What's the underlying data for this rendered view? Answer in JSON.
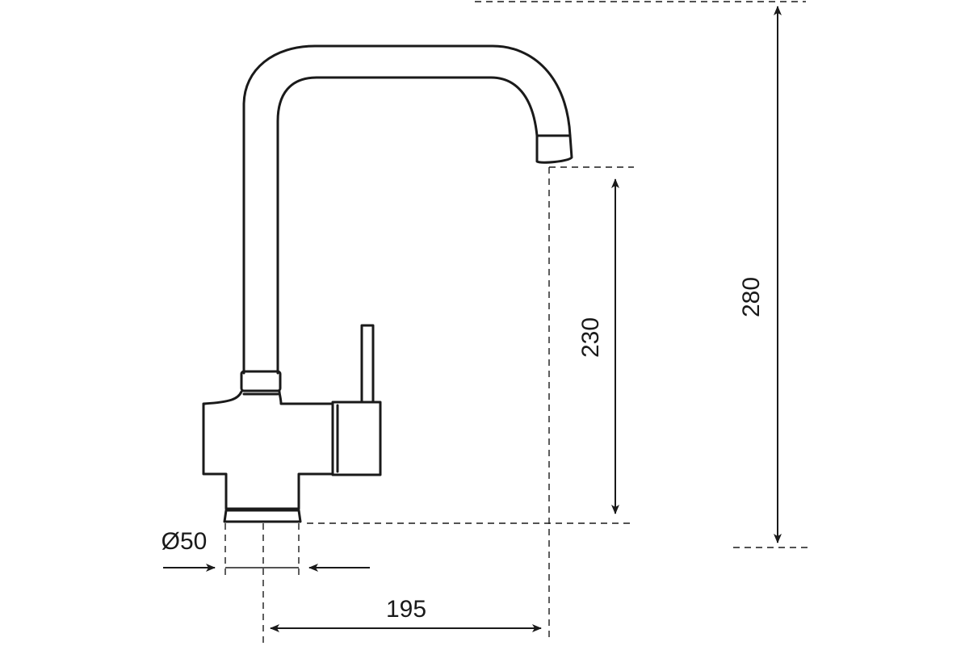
{
  "dimensions": {
    "overall_height": "280",
    "spout_height": "230",
    "reach": "195",
    "base_diameter": "Ø50"
  },
  "colors": {
    "line": "#1a1a1a",
    "background": "#ffffff"
  }
}
